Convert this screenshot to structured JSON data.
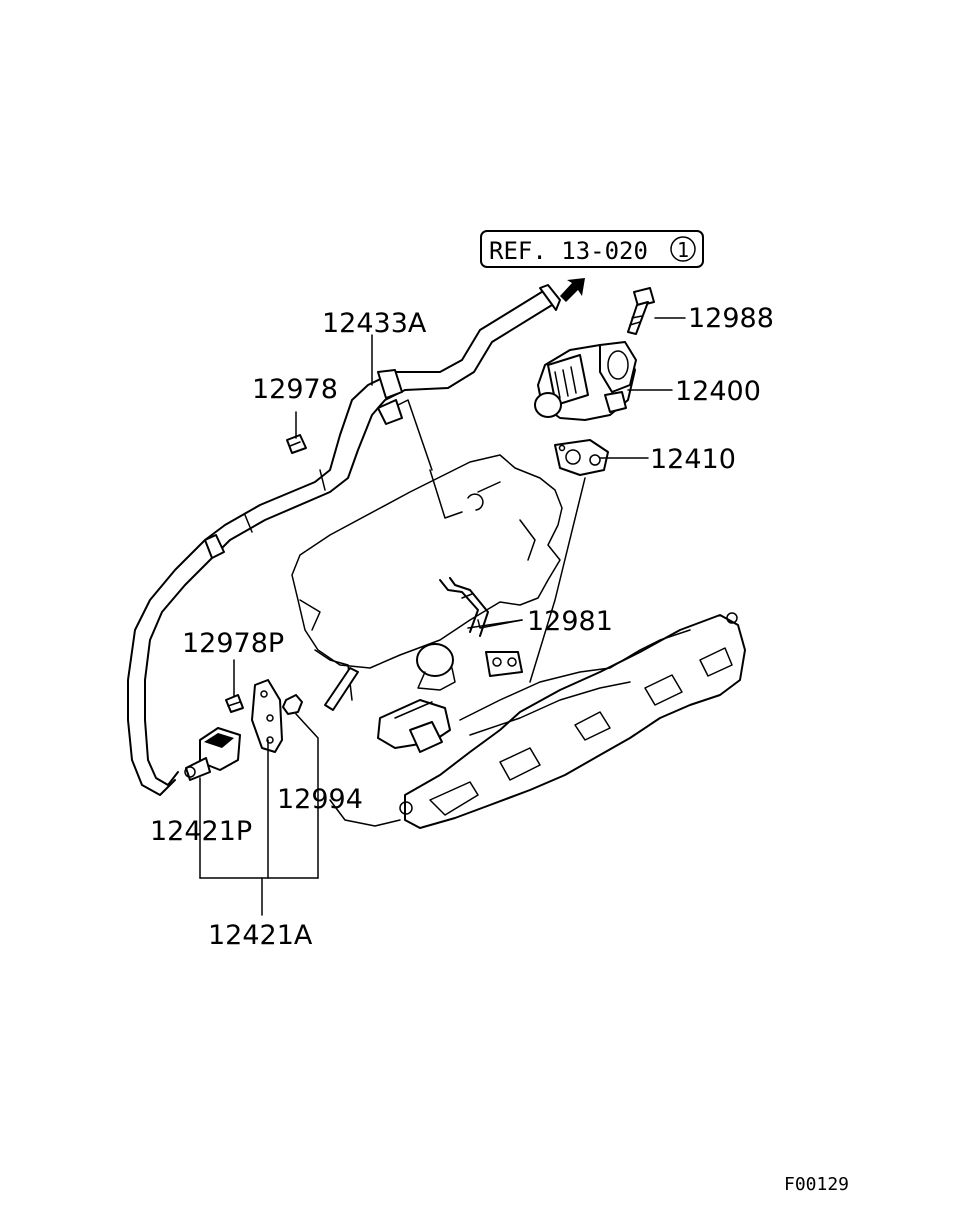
{
  "reference": {
    "text": "REF. 13-020",
    "circled_number": "1"
  },
  "parts": {
    "p12988": "12988",
    "p12400": "12400",
    "p12410": "12410",
    "p12433A": "12433A",
    "p12978": "12978",
    "p12981": "12981",
    "p12978P": "12978P",
    "p12994": "12994",
    "p12421P": "12421P",
    "p12421A": "12421A"
  },
  "figure_id": "F00129"
}
